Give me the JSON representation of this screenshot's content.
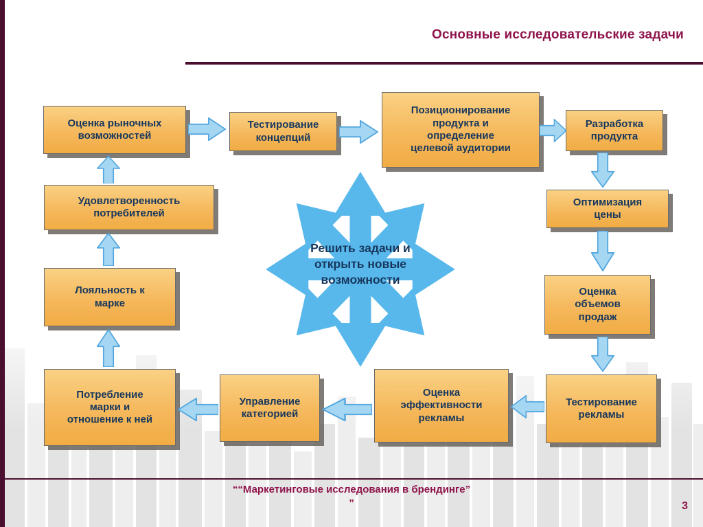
{
  "title": "Основные исследовательские задачи",
  "page_number": "3",
  "footer": {
    "caption": "““Маркетинговые исследования в брендинге”\n”"
  },
  "center": {
    "label": "Решить задачи и\nоткрыть новые\nвозможности"
  },
  "boxes": [
    {
      "label": "Оценка рыночных\nвозможностей"
    },
    {
      "label": "Тестирование\nконцепций"
    },
    {
      "label": "Позиционирование\nпродукта и\nопределение\nцелевой аудитории"
    },
    {
      "label": "Разработка\nпродукта"
    },
    {
      "label": "Оптимизация\nцены"
    },
    {
      "label": "Оценка\nобъемов\nпродаж"
    },
    {
      "label": "Тестирование\nрекламы"
    },
    {
      "label": "Оценка\nэффективности\nрекламы"
    },
    {
      "label": "Управление\nкатегорией"
    },
    {
      "label": "Потребление\nмарки и\nотношение к ней"
    },
    {
      "label": "Лояльность к\nмарке"
    },
    {
      "label": "Удовлетворенность\nпотребителей"
    }
  ],
  "colors": {
    "accent_maroon_text": "#8e134b",
    "accent_maroon_rule": "#4b0e2e",
    "box_fill": "#f5b85c",
    "box_text_navy": "#17375d",
    "arrow_blue": "#a6d7f2",
    "center_shape_blue": "#58b8eb"
  }
}
